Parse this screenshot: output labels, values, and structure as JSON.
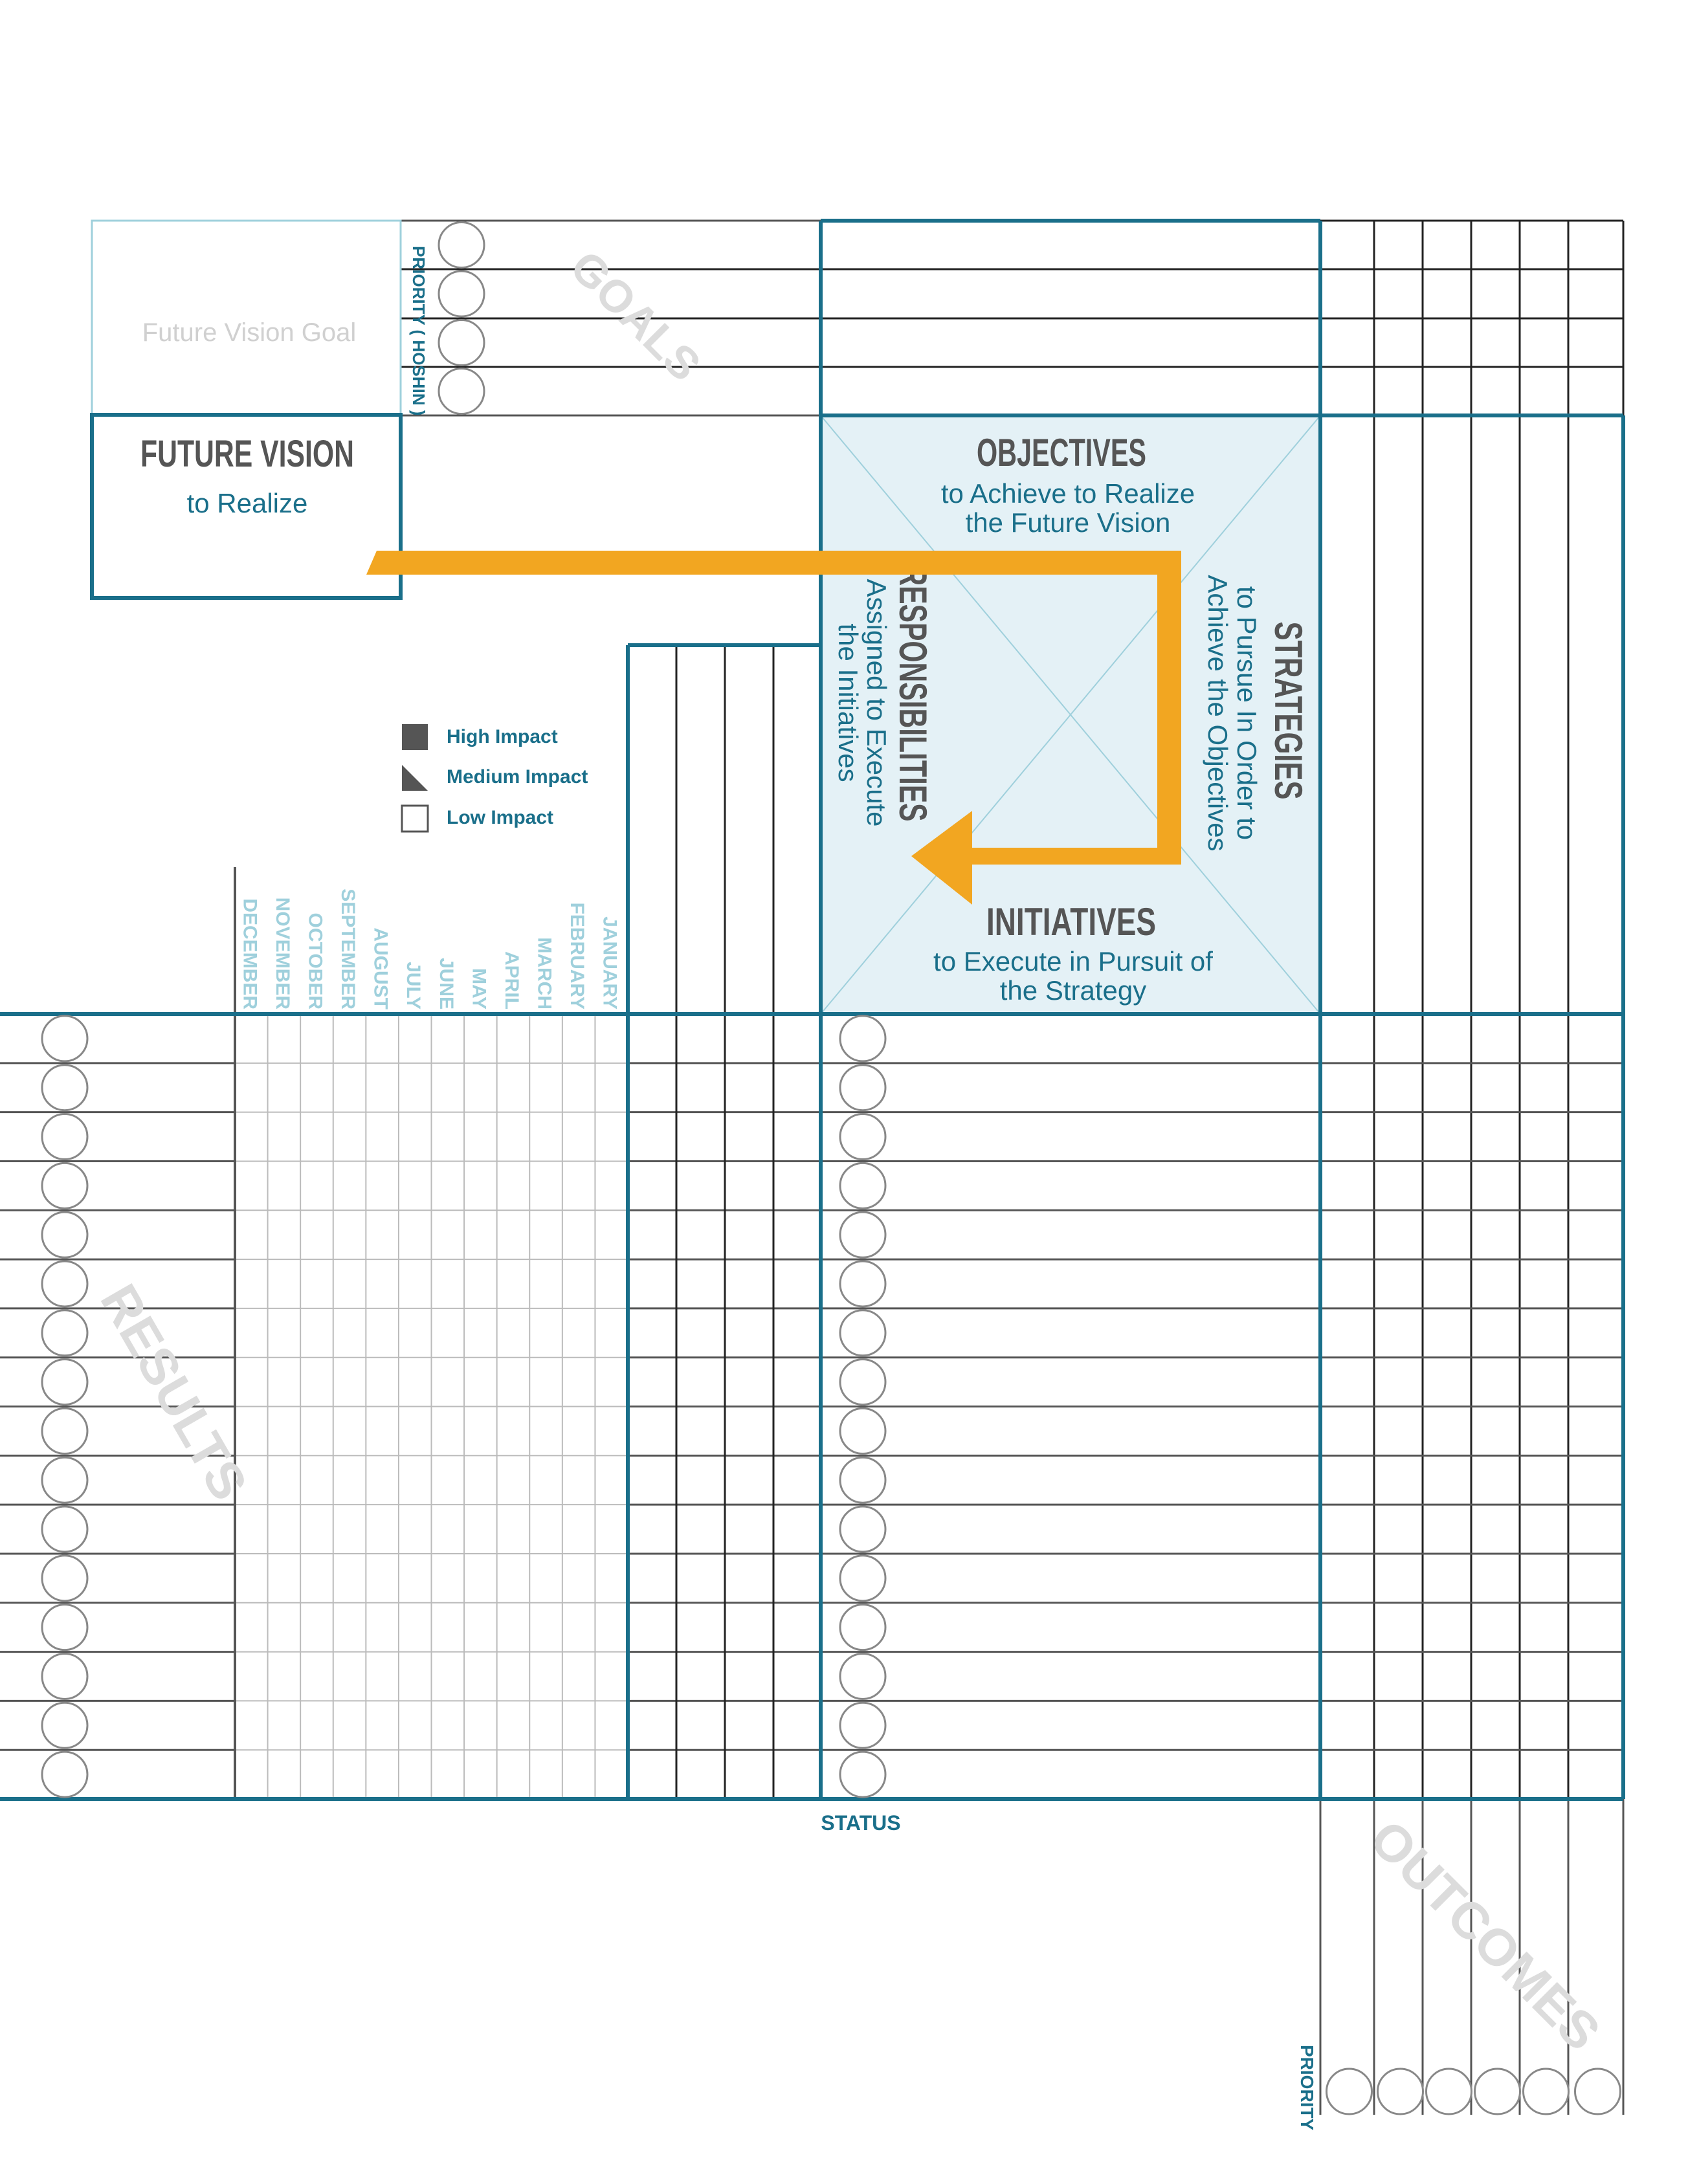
{
  "colors": {
    "teal": "#1a6f8a",
    "teal_light": "#9fd0dc",
    "panel_fill": "#e4f1f6",
    "grid_dark": "#222222",
    "grid_gray": "#555555",
    "grid_light": "#bbbbbb",
    "arrow": "#f2a621",
    "heading": "#555555",
    "watermark": "#dcdcdc"
  },
  "goal_placeholder": "Future Vision Goal",
  "goals_watermark": "GOALS",
  "priority_hoshin_label": "PRIORITY ( HOSHIN )",
  "future_vision": {
    "title": "FUTURE VISION",
    "subtitle": "to Realize"
  },
  "objectives": {
    "title": "OBJECTIVES",
    "line1": "to Achieve to Realize",
    "line2": "the Future Vision"
  },
  "strategies": {
    "title": "STRATEGIES",
    "line1": "to Pursue In Order to",
    "line2": "Achieve the Objectives"
  },
  "responsibilities": {
    "title": "RESPONSIBILITIES",
    "line1": "Assigned to Execute",
    "line2": "the Initiatives"
  },
  "initiatives": {
    "title": "INITIATIVES",
    "line1": "to Execute in Pursuit of",
    "line2": "the Strategy"
  },
  "legend": [
    {
      "label": "High Impact",
      "icon": "filled-square"
    },
    {
      "label": "Medium Impact",
      "icon": "half-triangle"
    },
    {
      "label": "Low Impact",
      "icon": "empty-square"
    }
  ],
  "months": [
    "JANUARY",
    "FEBRUARY",
    "MARCH",
    "APRIL",
    "MAY",
    "JUNE",
    "JULY",
    "AUGUST",
    "SEPTEMBER",
    "OCTOBER",
    "NOVEMBER",
    "DECEMBER"
  ],
  "results_watermark": "RESULTS",
  "outcomes_watermark": "OUTCOMES",
  "status_label": "STATUS",
  "priority_label": "PRIORITY"
}
